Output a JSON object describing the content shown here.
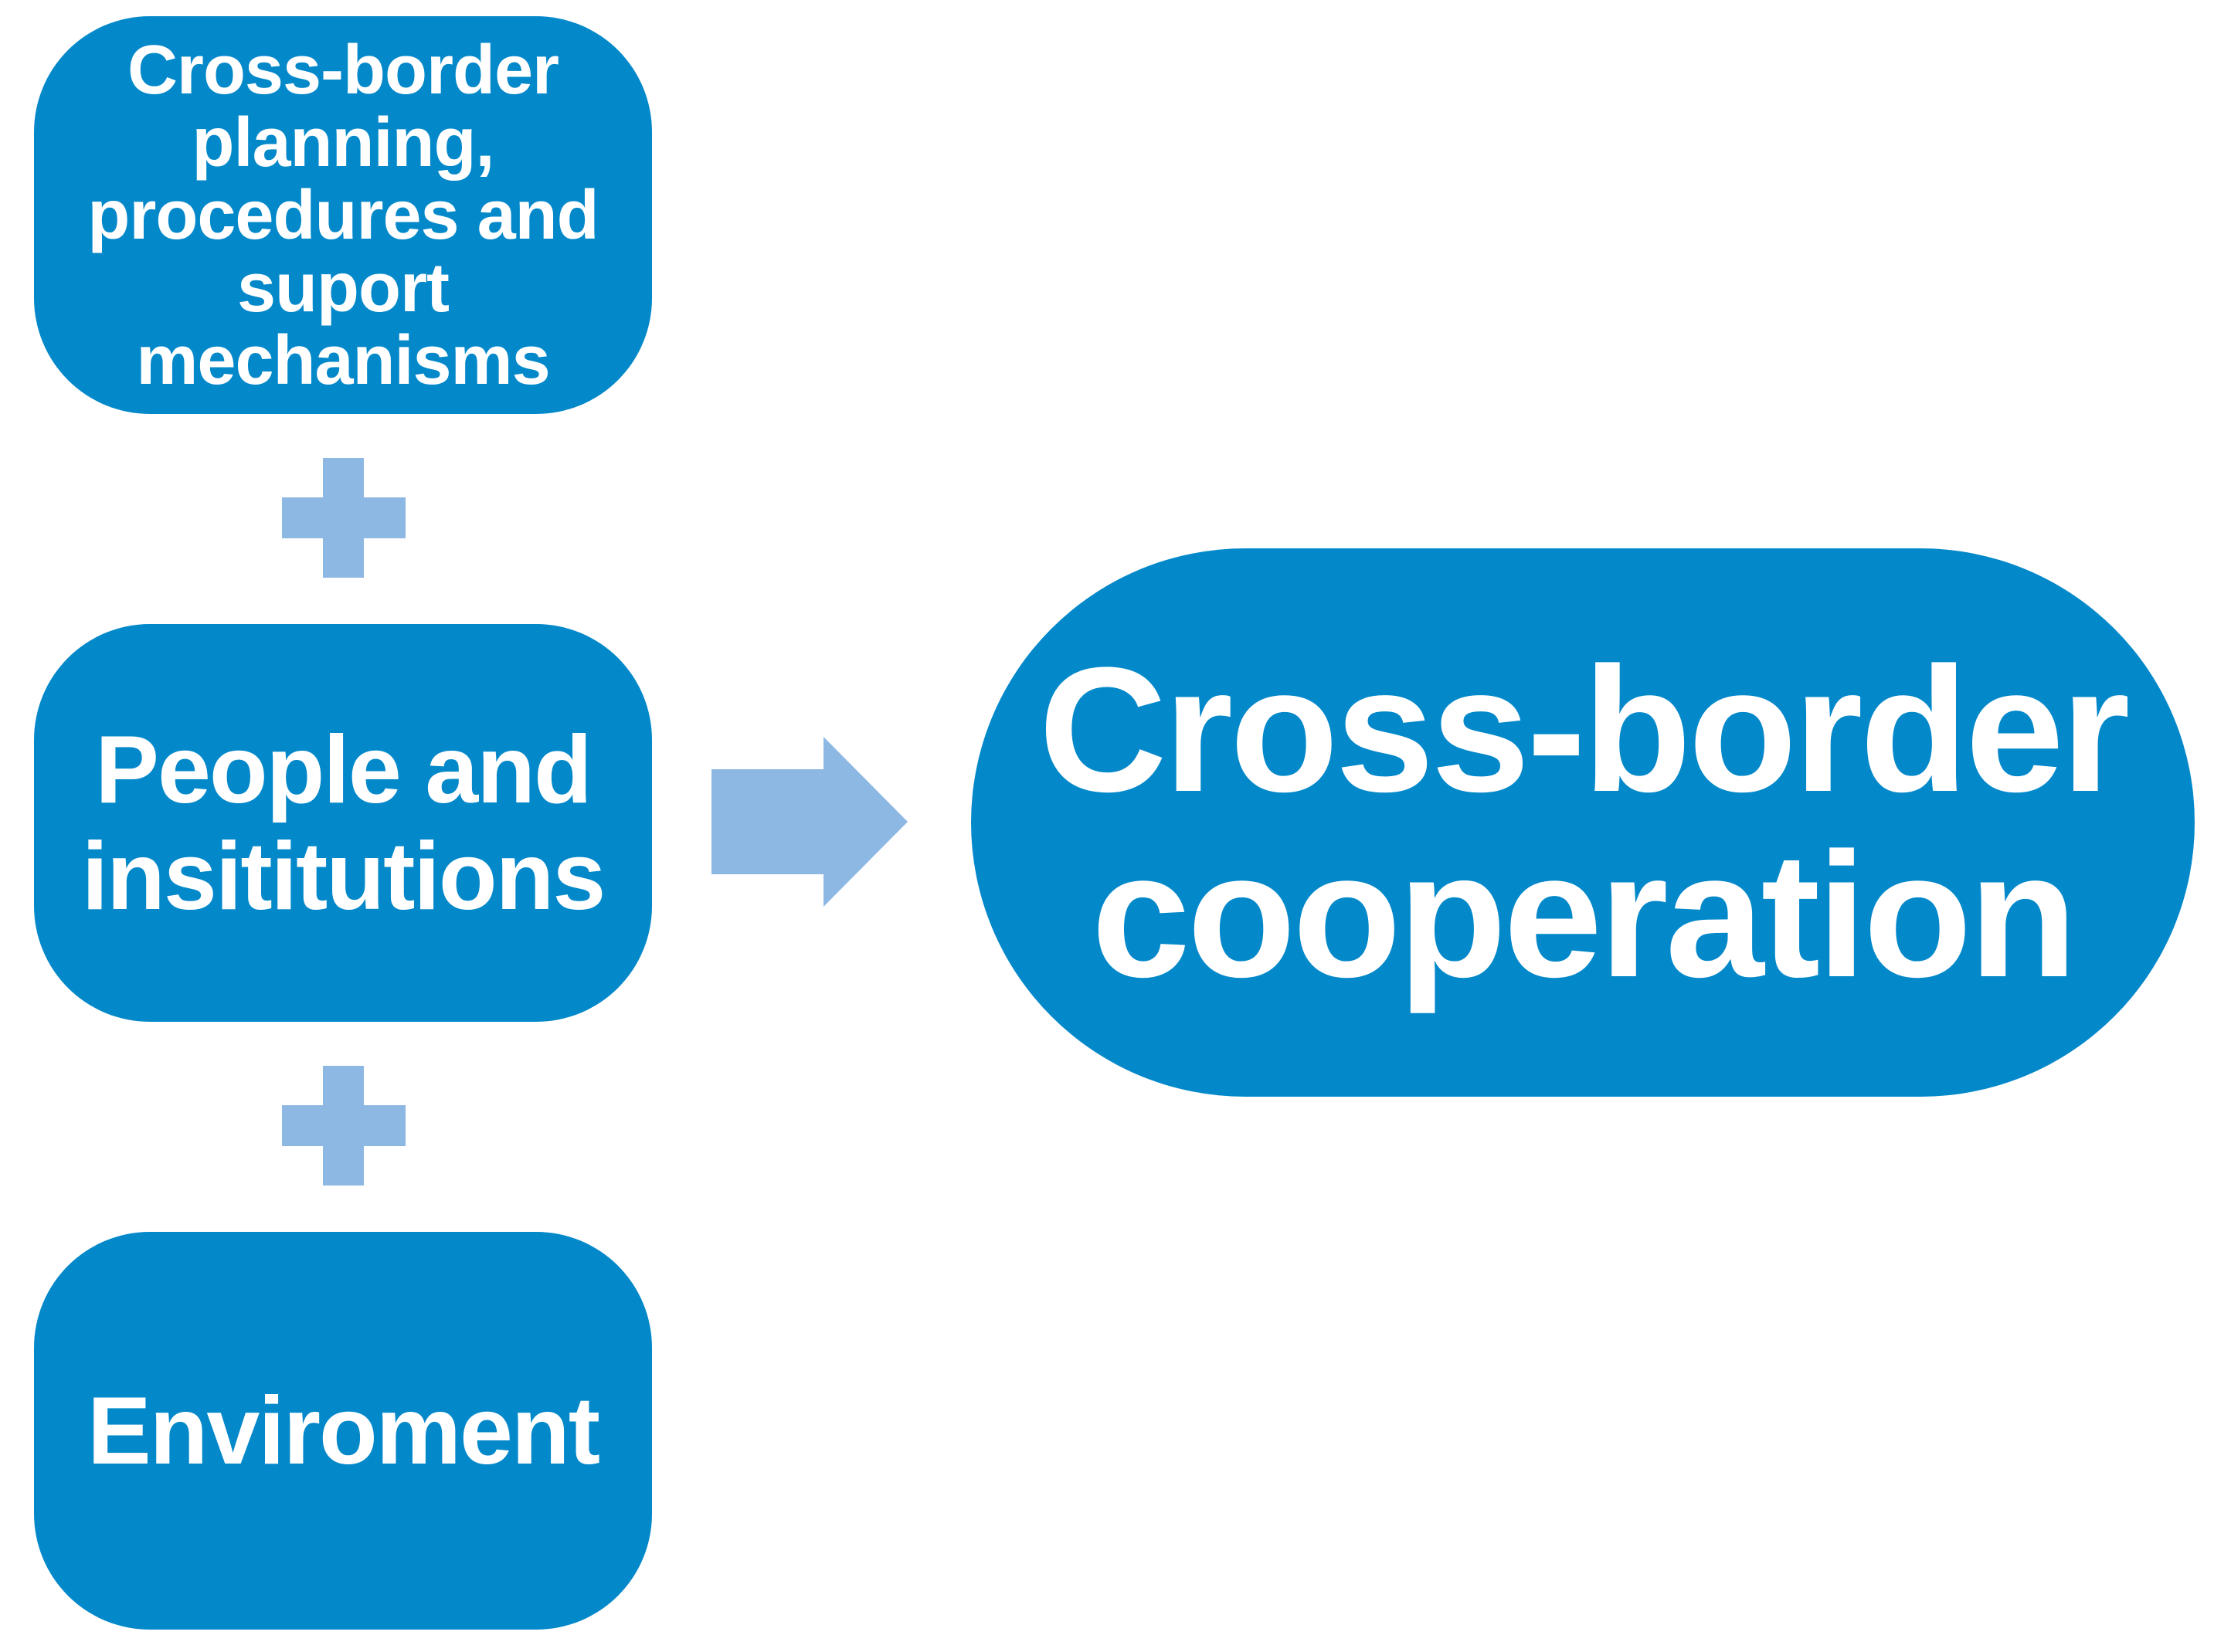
{
  "colors": {
    "box_fill": "#0388CA",
    "connector_fill": "#8DB8E3",
    "text": "#FFFFFF",
    "background": "#FFFFFF"
  },
  "boxes": {
    "planning": {
      "lines": [
        "Cross-border",
        "planning,",
        "procedures and",
        "suport",
        "mechanisms"
      ]
    },
    "people": {
      "lines": [
        "People and",
        "insititutions"
      ]
    },
    "environment": {
      "lines": [
        "Enviroment"
      ]
    },
    "result": {
      "lines": [
        "Cross-border",
        "cooperation"
      ]
    }
  },
  "connectors": {
    "plus_icon": "plus-icon",
    "arrow_icon": "arrow-right-icon"
  }
}
